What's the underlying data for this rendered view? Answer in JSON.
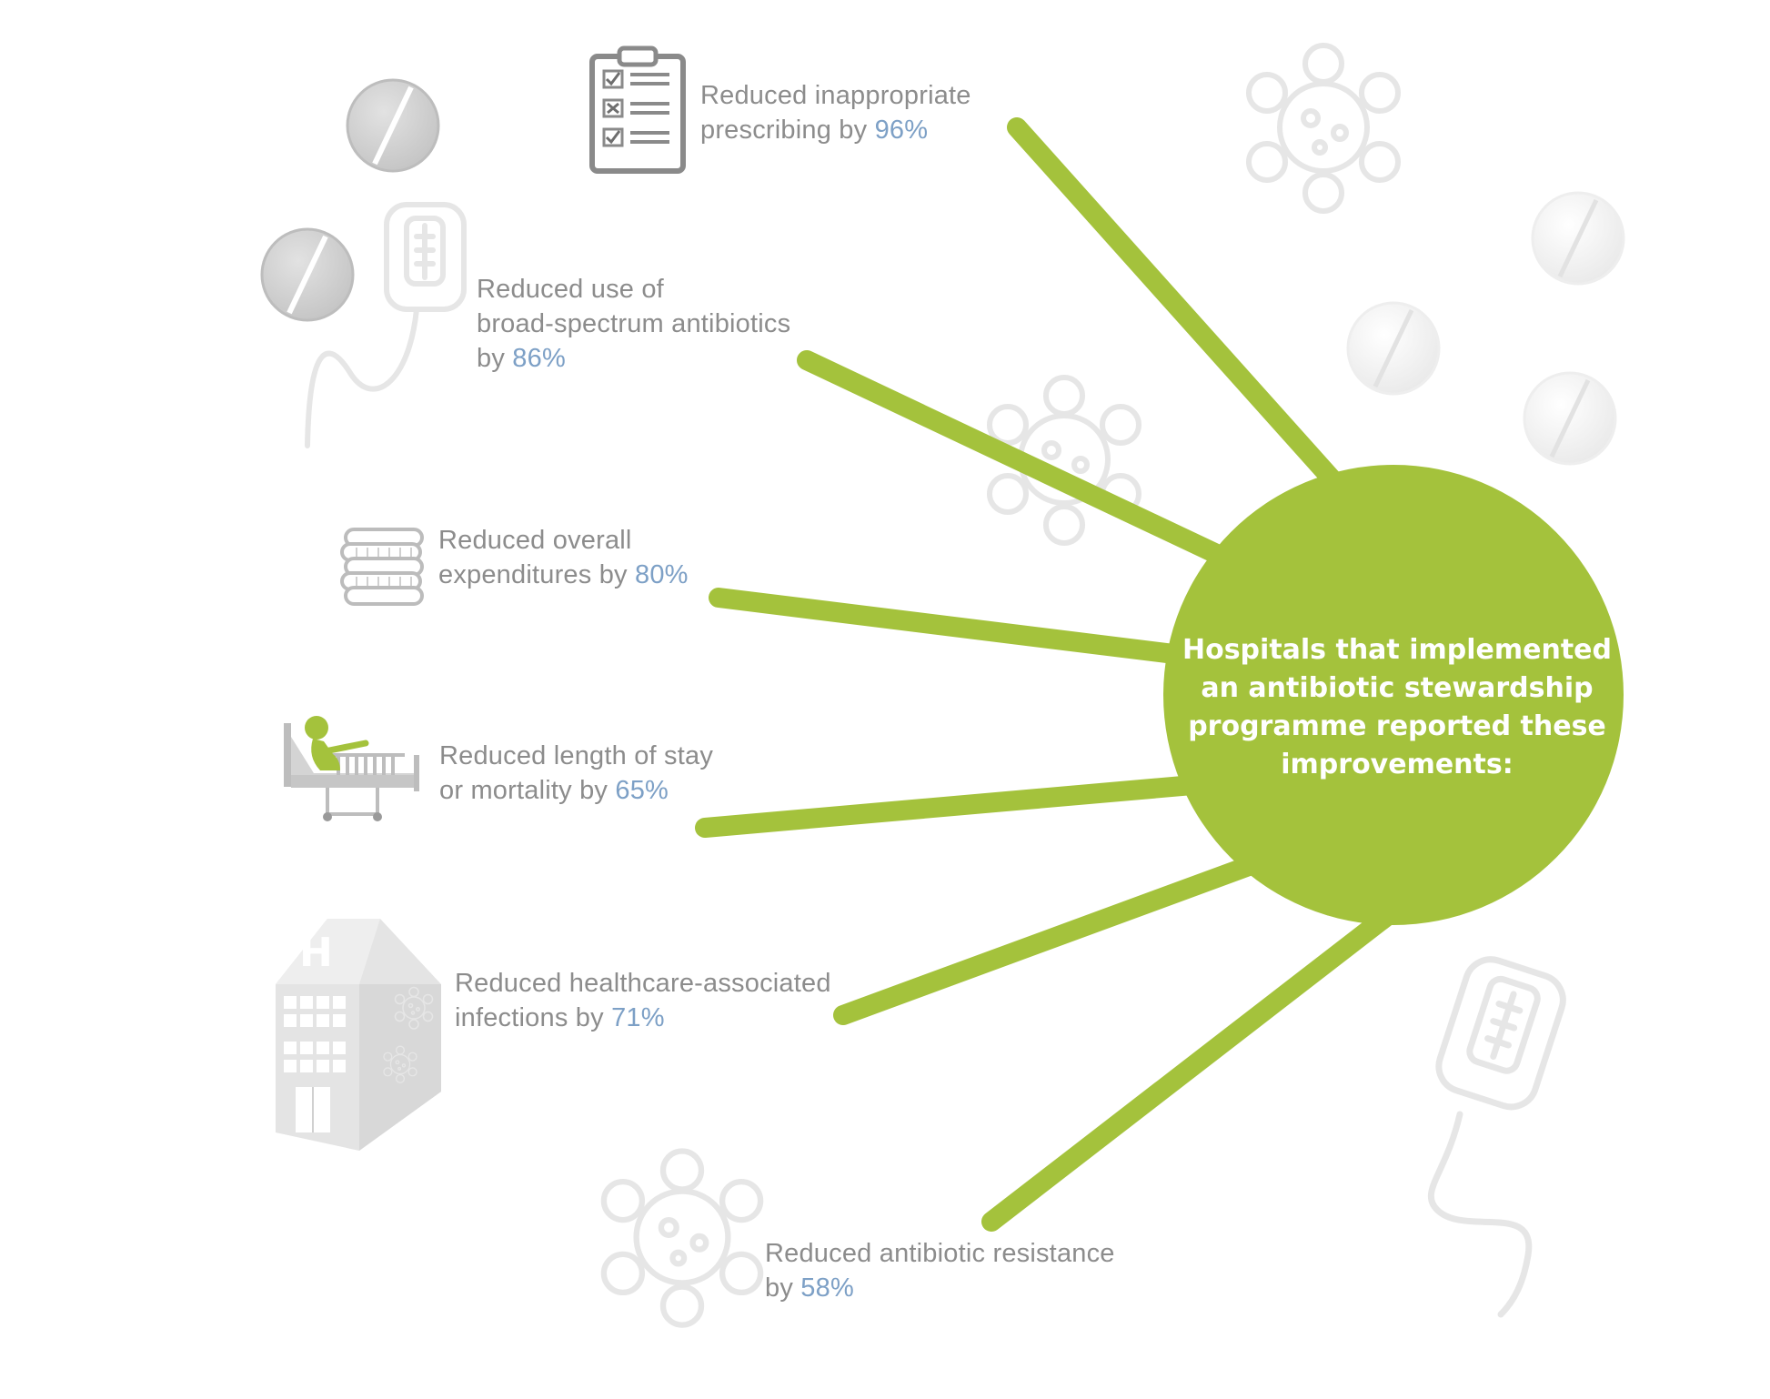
{
  "colors": {
    "accent_green": "#a4c23c",
    "text_grey": "#8c8c8c",
    "percent_blue": "#7da0c6",
    "icon_grey": "#dcdcdc"
  },
  "center": {
    "title": "Hospitals that implemented an antibiotic stewardship programme reported these improvements:"
  },
  "improvements": [
    {
      "line1": "Reduced inappropriate",
      "line2_prefix": "prescribing by ",
      "value": "96%",
      "icon": "clipboard-checklist-icon"
    },
    {
      "line1": "Reduced use of",
      "line2": "broad-spectrum antibiotics",
      "line3_prefix": "by ",
      "value": "86%",
      "icon": "iv-bag-icon"
    },
    {
      "line1": "Reduced overall",
      "line2_prefix": "expenditures by ",
      "value": "80%",
      "icon": "coin-stack-icon"
    },
    {
      "line1": "Reduced length of stay",
      "line2_prefix": "or mortality by ",
      "value": "65%",
      "icon": "hospital-bed-patient-icon"
    },
    {
      "line1": "Reduced healthcare-associated",
      "line2_prefix": "infections by ",
      "value": "71%",
      "icon": "hospital-building-icon"
    },
    {
      "line1": "Reduced antibiotic resistance",
      "line2_prefix": "by ",
      "value": "58%",
      "icon": "bacteria-icon"
    }
  ],
  "hospital_sign": "H"
}
